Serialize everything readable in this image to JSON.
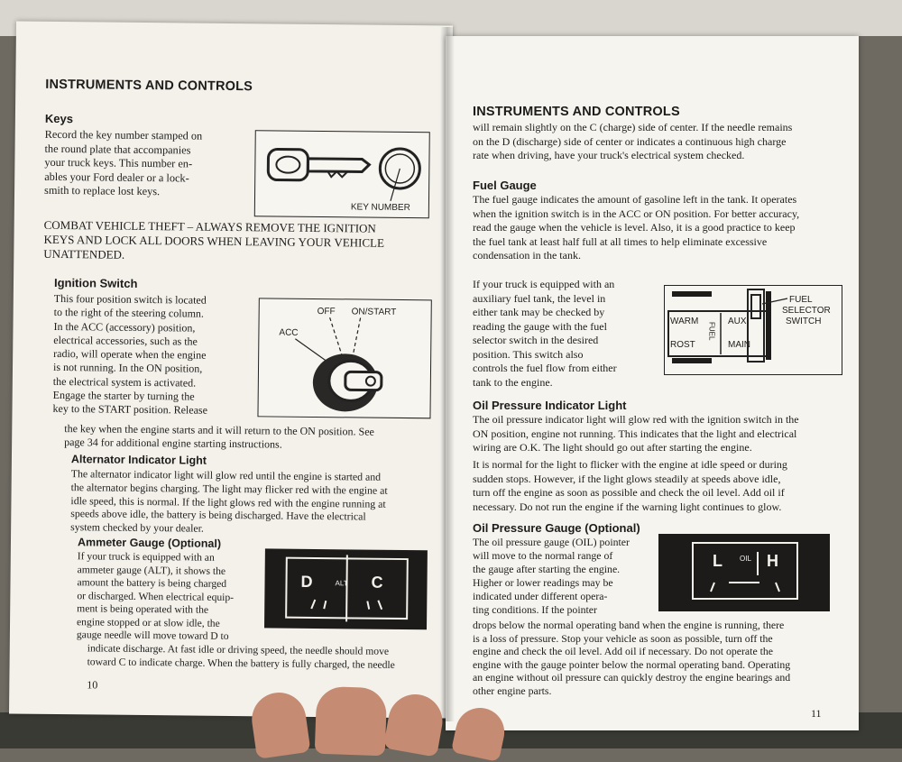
{
  "left_page": {
    "header": "INSTRUMENTS AND CONTROLS",
    "keys": {
      "heading": "Keys",
      "lines": [
        "Record the key number stamped on",
        "the round plate that accompanies",
        "your truck keys. This number en-",
        "ables your Ford dealer or a lock-",
        "smith to replace lost keys."
      ],
      "figure_label": "KEY NUMBER"
    },
    "warning": [
      "COMBAT VEHICLE THEFT – ALWAYS REMOVE THE IGNITION",
      "KEYS AND LOCK ALL DOORS WHEN LEAVING YOUR VEHICLE",
      "UNATTENDED."
    ],
    "ignition": {
      "heading": "Ignition Switch",
      "lines_narrow": [
        "This four position switch is located",
        "to the right of the steering column.",
        "In the ACC (accessory) position,",
        "electrical accessories, such as the",
        "radio, will operate when the engine",
        "is not running. In the ON position,",
        "the electrical system is activated.",
        "Engage the starter by turning the",
        "key to the START position. Release"
      ],
      "lines_wide": [
        "the key when the engine starts and it will return to the ON position. See",
        "page 34 for additional engine starting instructions."
      ],
      "fig_off": "OFF",
      "fig_on_start": "ON/START",
      "fig_acc": "ACC"
    },
    "alternator": {
      "heading": "Alternator Indicator Light",
      "lines": [
        "The alternator indicator light will glow red until the engine is started and",
        "the alternator begins charging. The light may flicker red with the engine at",
        "idle speed, this is normal. If the light glows red with the engine running at",
        "speeds above idle, the battery is being discharged. Have the electrical",
        "system checked by your dealer."
      ]
    },
    "ammeter": {
      "heading": "Ammeter Gauge (Optional)",
      "lines_narrow": [
        "If your truck is equipped with an",
        "ammeter gauge (ALT), it shows the",
        "amount the battery is being charged",
        "or discharged. When electrical equip-",
        "ment is being operated with the",
        "engine stopped or at slow idle, the",
        "gauge needle will move toward D to"
      ],
      "lines_wide": [
        "indicate discharge. At fast idle or driving speed, the needle should move",
        "toward C to indicate charge. When the battery is fully charged, the needle"
      ],
      "gauge_d": "D",
      "gauge_alt": "ALT",
      "gauge_c": "C"
    },
    "page_number": "10"
  },
  "right_page": {
    "header": "INSTRUMENTS AND CONTROLS",
    "intro_lines": [
      "will remain slightly on the C (charge) side of center. If the needle remains",
      "on the D (discharge) side of center or indicates a continuous high charge",
      "rate when driving, have your truck's electrical system checked."
    ],
    "fuel": {
      "heading": "Fuel Gauge",
      "lines": [
        "The fuel gauge indicates the amount of gasoline left in the tank. It operates",
        "when the ignition switch is in the ACC or ON position. For better accuracy,",
        "read the gauge when the vehicle is level. Also, it is a good practice to keep",
        "the fuel tank at least half full at all times to help eliminate excessive",
        "condensation in the tank."
      ],
      "aux_lines": [
        "If your truck is equipped with an",
        "auxiliary fuel tank, the level in",
        "either tank may be checked by",
        "reading the gauge with the fuel",
        "selector switch in the desired",
        "position. This switch also",
        "controls the fuel flow from either",
        "tank to the engine."
      ],
      "fig_warm": "WARM",
      "fig_rost": "ROST",
      "fig_fuel_vertical": "FUEL",
      "fig_aux": "AUX",
      "fig_main": "MAIN",
      "fig_selector": [
        "FUEL",
        "SELECTOR",
        "SWITCH"
      ]
    },
    "oil_light": {
      "heading": "Oil Pressure Indicator Light",
      "lines": [
        "The oil pressure indicator light will glow red with the ignition switch in the",
        "ON position, engine not running. This indicates that the light and electrical",
        "wiring are O.K. The light should go out after starting the engine."
      ],
      "lines2": [
        "It is normal for the light to flicker with the engine at idle speed or during",
        "sudden stops. However, if the light glows steadily at speeds above idle,",
        "turn off the engine as soon as possible and check the oil level. Add oil if",
        "necessary. Do not run the engine if the warning light continues to glow."
      ]
    },
    "oil_gauge": {
      "heading": "Oil Pressure Gauge (Optional)",
      "lines_narrow": [
        "The oil pressure gauge (OIL) pointer",
        "will move to the normal range of",
        "the gauge after starting the engine.",
        "Higher or lower readings may be",
        "indicated under different opera-",
        "ting conditions. If the pointer"
      ],
      "lines_wide": [
        "drops below the normal operating band when the engine is running, there",
        "is a loss of pressure. Stop your vehicle as soon as possible, turn off the",
        "engine and check the oil level. Add oil if necessary. Do not operate the",
        "engine with the gauge pointer below the normal operating band. Operating",
        "an engine without oil pressure can quickly destroy the engine bearings and",
        "other engine parts."
      ],
      "gauge_l": "L",
      "gauge_oil": "OIL",
      "gauge_h": "H"
    },
    "page_number": "11"
  }
}
